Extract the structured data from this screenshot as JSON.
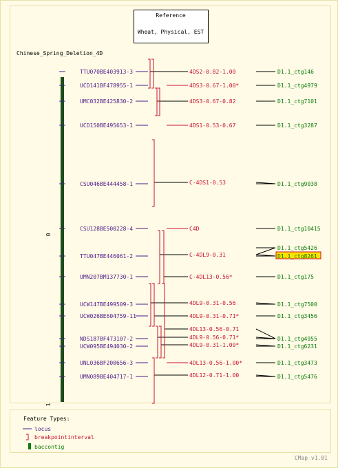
{
  "colors": {
    "background": "#fffbe6",
    "border": "#e8dfa8",
    "locus": "#4b1a8c",
    "interval": "#c8102e",
    "contig": "#0a7a0a",
    "bar": "#1d4d1d",
    "highlight_fill": "#ffe200",
    "highlight_stroke": "#c8102e",
    "reference_box": "#ffffff",
    "text": "#000000",
    "credit": "#888888"
  },
  "reference": {
    "title": "Reference",
    "subtitle": "Wheat, Physical, EST"
  },
  "map": {
    "title": "Chinese_Spring_Deletion_4D",
    "start_label": "0",
    "end_label": "1"
  },
  "loci": [
    "TTU070BE403913-3",
    "UCD141BF478955-1",
    "UMC032BE425830-2",
    "UCD150BE495653-1",
    "CSU046BE444458-1",
    "CSU128BE500228-4",
    "TTU047BE446061-2",
    "UMN207BM137730-1",
    "UCW147BE499509-3",
    "UCW026BE604759-11",
    "NDS187BF473107-2",
    "UCW095BE494030-2",
    "UNL036BF200656-3",
    "UMN089BE404717-1"
  ],
  "intervals": [
    "4DS2-0.82-1.00",
    "4DS3-0.67-1.00*",
    "4DS3-0.67-0.82",
    "4DS1-0.53-0.67",
    "C-4DS1-0.53",
    "C4D",
    "C-4DL9-0.31",
    "C-4DL13-0.56*",
    "4DL9-0.31-0.56",
    "4DL9-0.31-0.71*",
    "4DL13-0.56-0.71",
    "4DL9-0.56-0.71*",
    "4DL9-0.31-1.00*",
    "4DL13-0.56-1.00*",
    "4DL12-0.71-1.00"
  ],
  "contigs": [
    "D1.1_ctg146",
    "D1.1_ctg4979",
    "D1.1_ctg7101",
    "D1.1_ctg3287",
    "D1.1_ctg9038",
    "D1.1_ctg10415",
    "D1.1_ctg5426",
    "D1.1_ctg8261",
    "D1.1_ctg175",
    "D1.1_ctg7500",
    "D1.1_ctg3456",
    "D1.1_ctg4955",
    "D1.1_ctg6231",
    "D1.1_ctg3473",
    "D1.1_ctg5476"
  ],
  "legend": {
    "title": "Feature Types:",
    "items": [
      "locus",
      "breakpointinterval",
      "baccontig"
    ]
  },
  "footer": {
    "credit": "CMap v1.01"
  }
}
